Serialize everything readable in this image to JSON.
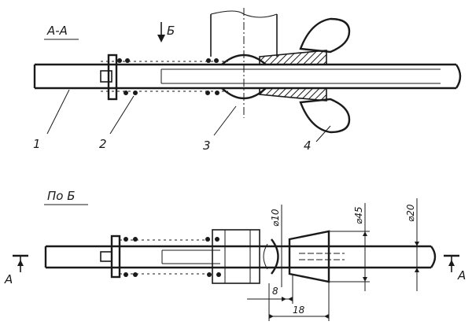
{
  "section_a": {
    "title": "А-А",
    "view_arrow_label": "Б",
    "part_numbers": [
      "1",
      "2",
      "3",
      "4"
    ]
  },
  "view_b": {
    "title": "По Б",
    "cut_mark_left": "А",
    "cut_mark_right": "А",
    "dimensions": {
      "d10": "⌀10",
      "d45": "⌀45",
      "d20": "⌀20",
      "len8": "8",
      "len18": "18"
    }
  }
}
